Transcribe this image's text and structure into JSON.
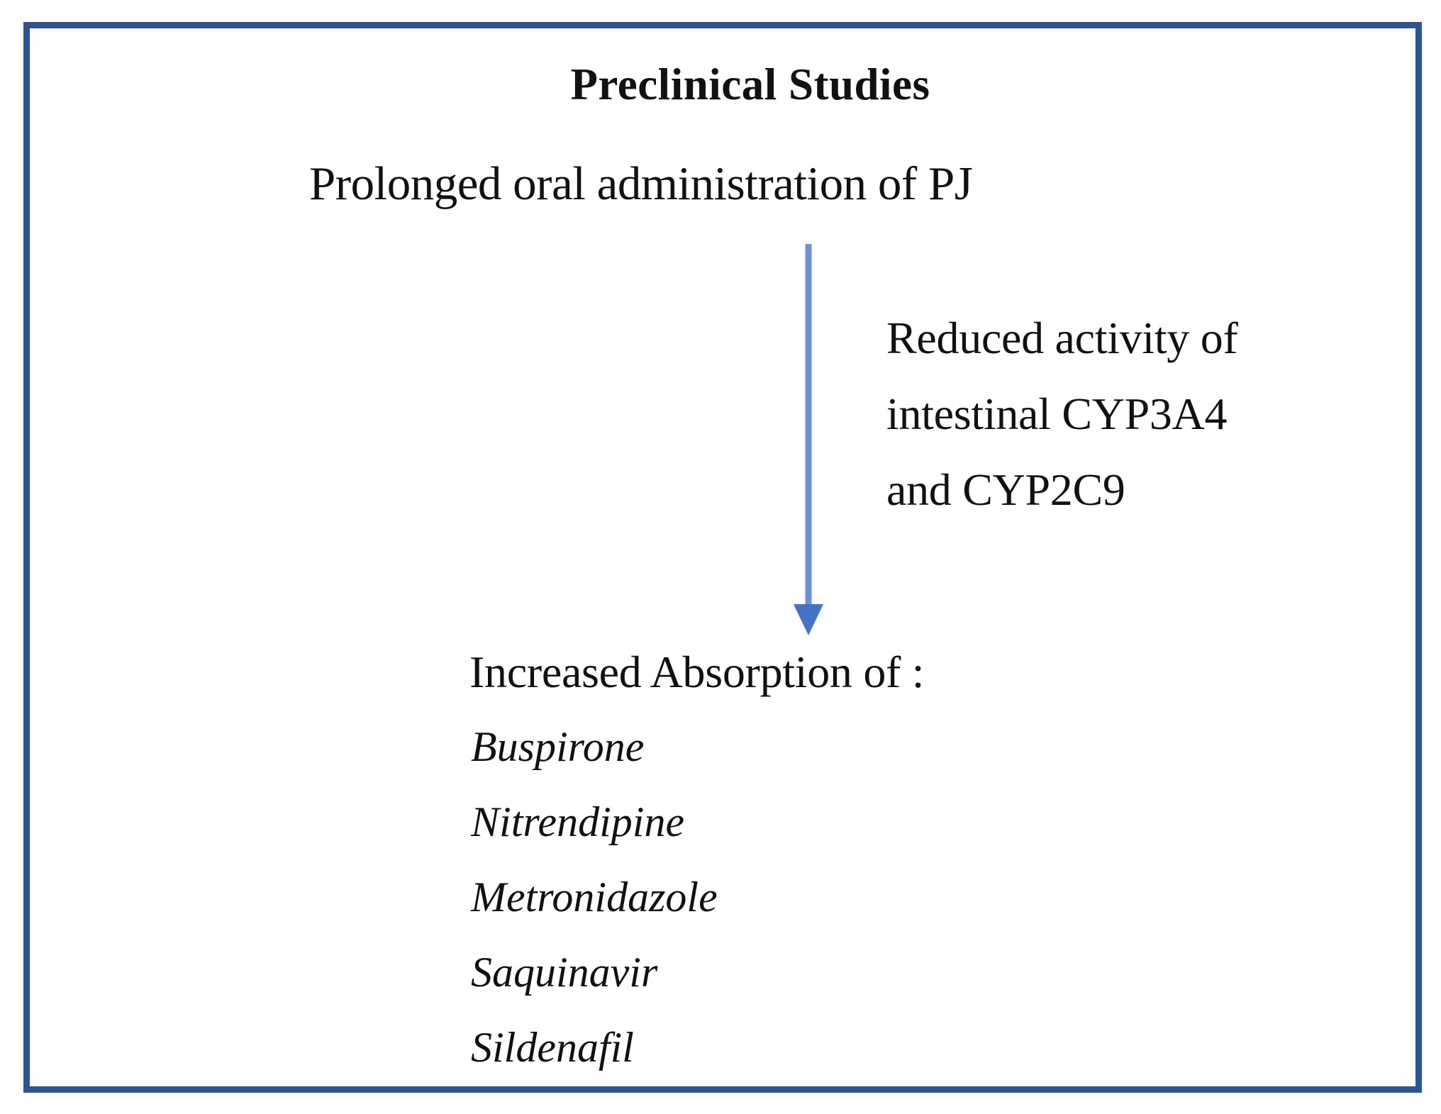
{
  "figure": {
    "title": "Preclinical Studies",
    "subtitle": "Prolonged oral administration of PJ",
    "border_color": "#2f5496",
    "background_color": "#ffffff",
    "text_color": "#111111"
  },
  "arrow": {
    "icon": "down-arrow-icon",
    "direction": "down",
    "shaft_color": "#6e90d4",
    "head_color": "#4472c4",
    "from": "Prolonged oral administration of PJ",
    "to": "Increased Absorption of :"
  },
  "mechanism": {
    "lines": [
      "Reduced activity of",
      "intestinal CYP3A4",
      "and CYP2C9"
    ],
    "full_text": "Reduced activity of intestinal CYP3A4 and CYP2C9"
  },
  "outcome": {
    "heading": "Increased Absorption of :",
    "drugs": [
      "Buspirone",
      "Nitrendipine",
      "Metronidazole",
      "Saquinavir",
      "Sildenafil"
    ]
  }
}
